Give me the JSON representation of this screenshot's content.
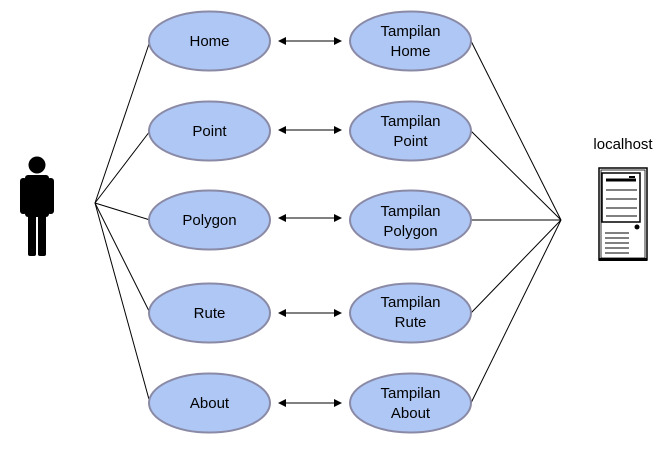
{
  "diagram": {
    "server_label": "localhost",
    "use_cases": [
      {
        "menu": "Home",
        "view_line1": "Tampilan",
        "view_line2": "Home"
      },
      {
        "menu": "Point",
        "view_line1": "Tampilan",
        "view_line2": "Point"
      },
      {
        "menu": "Polygon",
        "view_line1": "Tampilan",
        "view_line2": "Polygon"
      },
      {
        "menu": "Rute",
        "view_line1": "Tampilan",
        "view_line2": "Rute"
      },
      {
        "menu": "About",
        "view_line1": "Tampilan",
        "view_line2": "About"
      }
    ]
  },
  "colors": {
    "ellipse_fill": "#aec7f4",
    "ellipse_stroke": "#8a8aa6",
    "line": "#000000"
  },
  "icons": {
    "actor": "user-actor-icon",
    "server": "server-icon"
  }
}
